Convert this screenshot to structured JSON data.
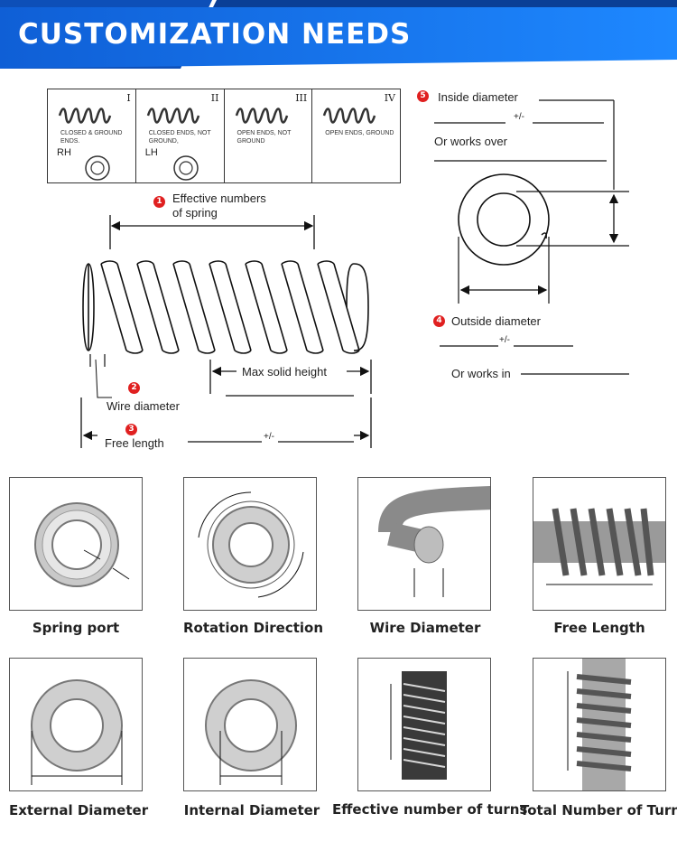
{
  "banner": {
    "title": "CUSTOMIZATION NEEDS",
    "color": "#1a73e8"
  },
  "type_table": [
    {
      "roman": "I",
      "desc": "CLOSED & GROUND ENDS.",
      "hand": "RH"
    },
    {
      "roman": "II",
      "desc": "CLOSED ENDS, NOT GROUND,",
      "hand": "LH"
    },
    {
      "roman": "III",
      "desc": "OPEN ENDS, NOT GROUND",
      "hand": ""
    },
    {
      "roman": "IV",
      "desc": "OPEN ENDS, GROUND",
      "hand": ""
    }
  ],
  "spec": {
    "effective": {
      "num": "1",
      "line1": "Effective numbers",
      "line2": "of spring"
    },
    "wire": {
      "num": "2",
      "label": "Wire diameter"
    },
    "free": {
      "num": "3",
      "label": "Free length",
      "tolerance": "+/-"
    },
    "max_solid": {
      "label": "Max solid height"
    },
    "outside": {
      "num": "4",
      "label": "Outside diameter",
      "tolerance": "+/-",
      "works_in": "Or works in"
    },
    "inside": {
      "num": "5",
      "label": "Inside diameter",
      "tolerance": "+/-",
      "works_over": "Or works over"
    }
  },
  "cards": [
    {
      "caption": "Spring port",
      "icon": "spring-end-view"
    },
    {
      "caption": "Rotation Direction",
      "icon": "rotation-arrows"
    },
    {
      "caption": "Wire Diameter",
      "icon": "wire-cross-section"
    },
    {
      "caption": "Free Length",
      "icon": "spring-side-view"
    },
    {
      "caption": "External Diameter",
      "icon": "ring-outer-dimension"
    },
    {
      "caption": "Internal Diameter",
      "icon": "ring-inner-dimension"
    },
    {
      "caption": "Effective number of turns",
      "icon": "dark-spring-coils"
    },
    {
      "caption": "Total Number of Turns",
      "icon": "spring-on-rod"
    }
  ]
}
